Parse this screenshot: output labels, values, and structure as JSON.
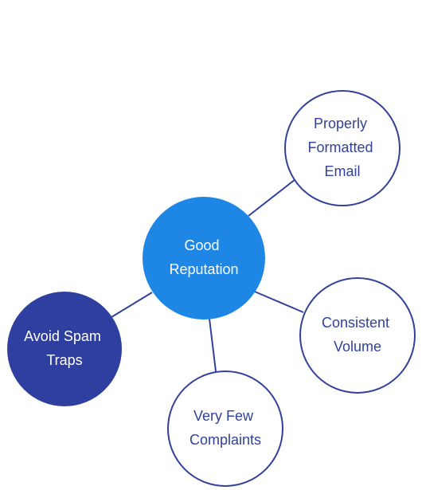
{
  "colors": {
    "background": "#ffffff",
    "center_fill": "#1e86e5",
    "dark_fill": "#2f3f9f",
    "outline": "#31419c",
    "edge": "#31419c",
    "text_on_fill": "#ffffff",
    "text_on_outline": "#31419c"
  },
  "center": {
    "lines": [
      "Good",
      "Reputation"
    ]
  },
  "nodes": [
    {
      "id": "properly-formatted-email",
      "lines": [
        "Properly",
        "Formatted",
        "Email"
      ],
      "style": "outline"
    },
    {
      "id": "consistent-volume",
      "lines": [
        "Consistent",
        "Volume"
      ],
      "style": "outline"
    },
    {
      "id": "very-few-complaints",
      "lines": [
        "Very Few",
        "Complaints"
      ],
      "style": "outline"
    },
    {
      "id": "avoid-spam-traps",
      "lines": [
        "Avoid Spam",
        "Traps"
      ],
      "style": "filled"
    }
  ]
}
